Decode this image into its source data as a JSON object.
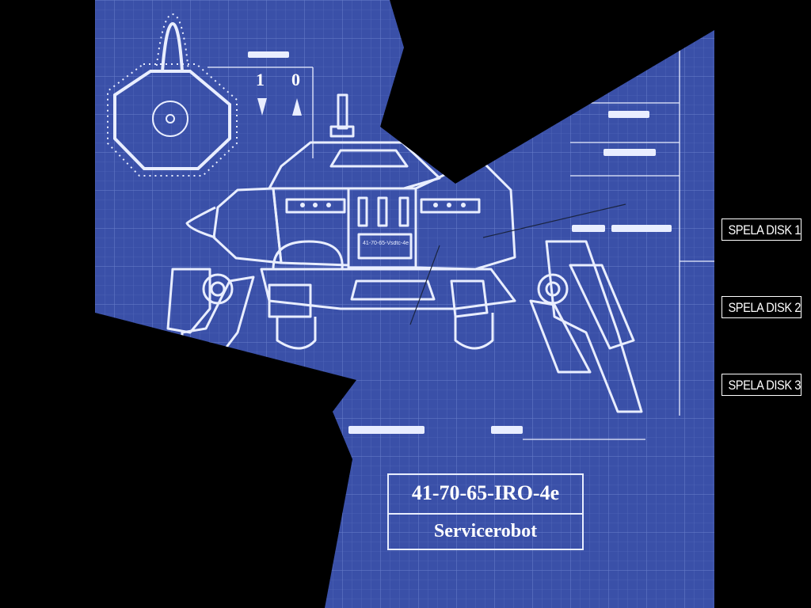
{
  "menu": {
    "items": [
      {
        "label": "SPELA DISK 1"
      },
      {
        "label": "SPELA DISK 2"
      },
      {
        "label": "SPELA DISK 3"
      }
    ]
  },
  "blueprint": {
    "model_code": "41-70-65-IRO-4e",
    "model_name": "Servicerobot",
    "plate_text": "41-70-65-Vsdtc-4e",
    "counter_left": "1",
    "counter_right": "0",
    "colors": {
      "paper": "#3a50a8",
      "grid": "#5a72c4",
      "line": "#e9eeff"
    }
  }
}
